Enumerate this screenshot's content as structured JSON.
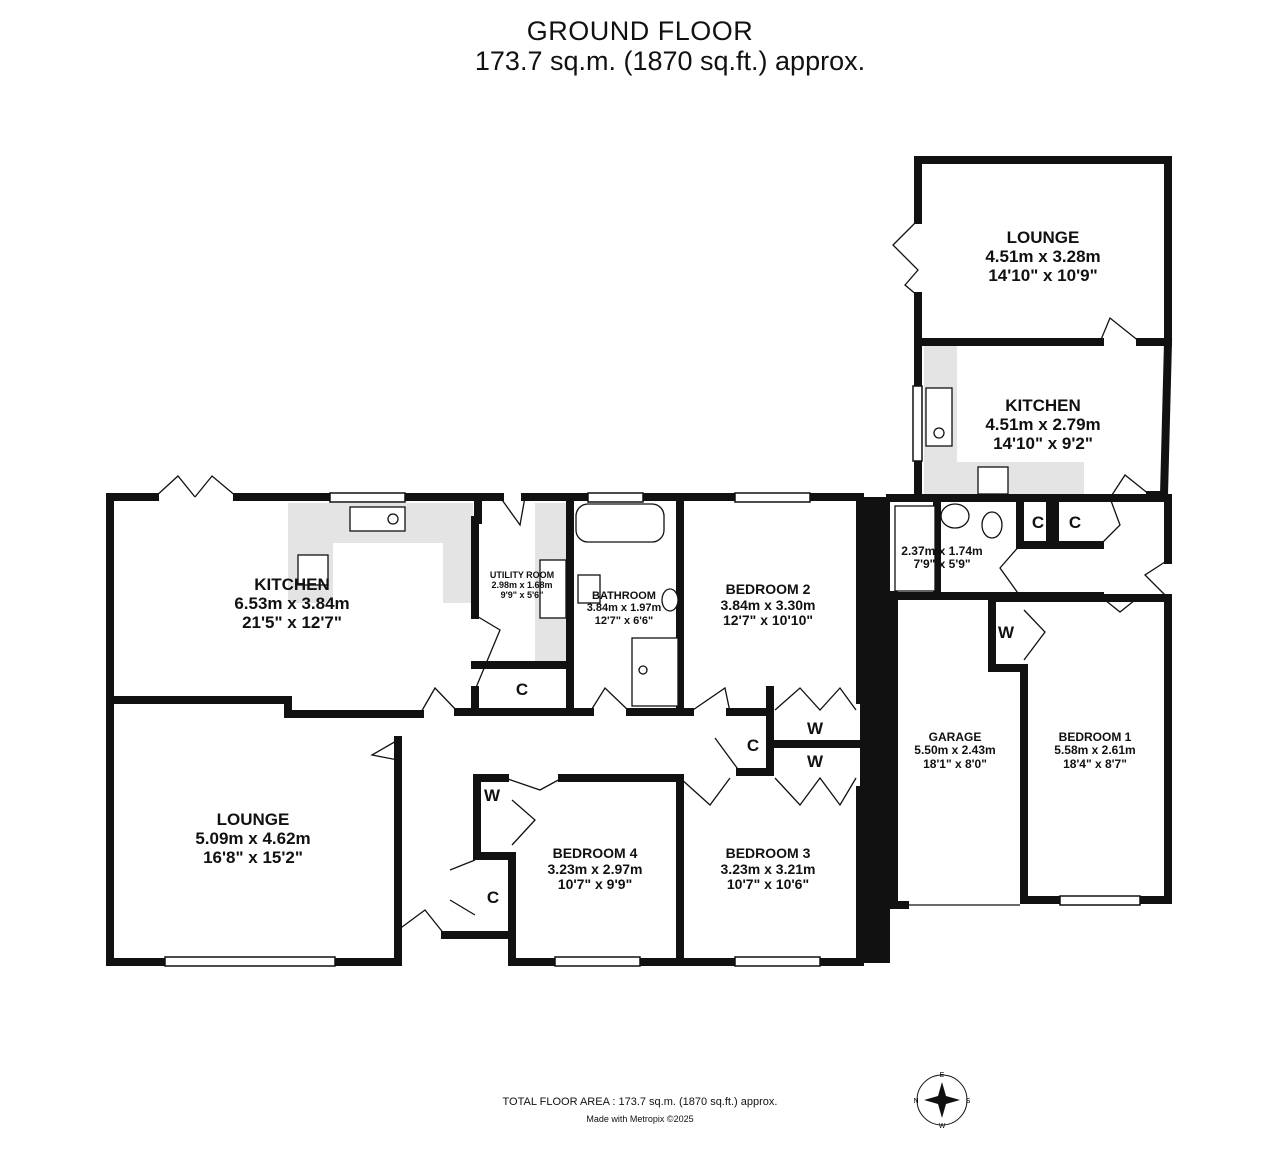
{
  "header": {
    "title": "GROUND FLOOR",
    "subtitle": "173.7 sq.m. (1870 sq.ft.) approx."
  },
  "rooms": {
    "lounge_top": {
      "name": "LOUNGE",
      "metric": "4.51m  x 3.28m",
      "imperial": "14'10\"  x 10'9\""
    },
    "kitchen_top": {
      "name": "KITCHEN",
      "metric": "4.51m  x 2.79m",
      "imperial": "14'10\"  x 9'2\""
    },
    "kitchen_main": {
      "name": "KITCHEN",
      "metric": "6.53m  x 3.84m",
      "imperial": "21'5\"  x 12'7\""
    },
    "utility": {
      "name": "UTILITY ROOM",
      "metric": "2.98m  x 1.68m",
      "imperial": "9'9\"  x 5'6\""
    },
    "bathroom": {
      "name": "BATHROOM",
      "metric": "3.84m  x 1.97m",
      "imperial": "12'7\"  x 6'6\""
    },
    "bedroom2": {
      "name": "BEDROOM 2",
      "metric": "3.84m  x 3.30m",
      "imperial": "12'7\"  x 10'10\""
    },
    "shower": {
      "name": "",
      "metric": "2.37m  x 1.74m",
      "imperial": "7'9\"  x 5'9\""
    },
    "lounge_main": {
      "name": "LOUNGE",
      "metric": "5.09m  x 4.62m",
      "imperial": "16'8\"  x 15'2\""
    },
    "bedroom4": {
      "name": "BEDROOM 4",
      "metric": "3.23m  x 2.97m",
      "imperial": "10'7\"  x 9'9\""
    },
    "bedroom3": {
      "name": "BEDROOM 3",
      "metric": "3.23m  x 3.21m",
      "imperial": "10'7\"  x 10'6\""
    },
    "garage": {
      "name": "GARAGE",
      "metric": "5.50m  x 2.43m",
      "imperial": "18'1\"  x 8'0\""
    },
    "bedroom1": {
      "name": "BEDROOM 1",
      "metric": "5.58m  x 2.61m",
      "imperial": "18'4\"  x 8'7\""
    }
  },
  "cupboard_marks": {
    "c": "C",
    "w": "W"
  },
  "footer": {
    "total": "TOTAL FLOOR AREA : 173.7 sq.m. (1870 sq.ft.) approx.",
    "made_with": "Made with Metropix ©2025"
  },
  "compass": {
    "n": "N",
    "e": "E",
    "s": "S",
    "w": "W"
  },
  "colors": {
    "wall": "#111111",
    "fitting_bg": "#e4e4e4",
    "background": "#ffffff"
  }
}
